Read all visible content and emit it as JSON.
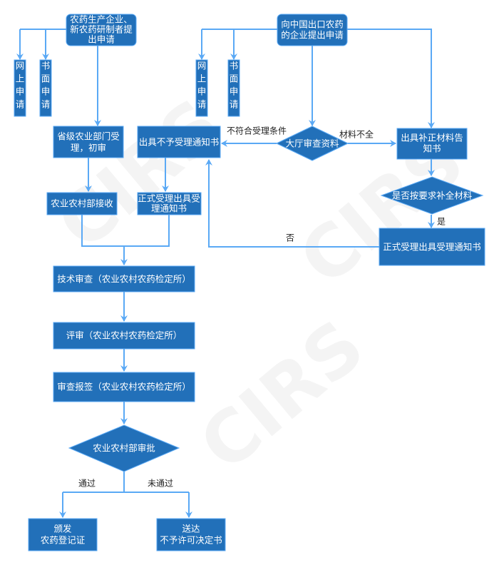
{
  "watermark": "CIRS",
  "nodes": {
    "domestic_applicant": [
      "农药生产企业、",
      "新农药研制者提",
      "出申请"
    ],
    "foreign_applicant": [
      "向中国出口农药",
      "的企业提出申请"
    ],
    "online_apply": [
      "网",
      "上",
      "申",
      "请"
    ],
    "paper_apply": [
      "书",
      "面",
      "申",
      "请"
    ],
    "provincial_review": [
      "省级农业部门受",
      "理，初审"
    ],
    "reject_notice": "出具不予受理通知书",
    "hall_review": "大厅审查资料",
    "supplement_notice": [
      "出具补正材料告",
      "知书"
    ],
    "supplement_check": "是否按要求补全材料",
    "accept_notice_right": "正式受理出具受理通知书",
    "moa_receive": "农业农村部接收",
    "accept_notice_mid": [
      "正式受理出具受",
      "理通知书"
    ],
    "tech_review": "技术审查（农业农村农药检定所）",
    "evaluation": "评审（农业农村农药检定所）",
    "report_sign": "审查报签（农业农村农药检定所）",
    "moa_approval": "农业农村部审批",
    "issue_cert": [
      "颁发",
      "农药登记证"
    ],
    "deliver_refusal": [
      "送达",
      "不予许可决定书"
    ]
  },
  "edge_labels": {
    "not_qualified": "不符合受理条件",
    "incomplete": "材料不全",
    "yes": "是",
    "no": "否",
    "passed": "通过",
    "not_passed": "未通过"
  }
}
